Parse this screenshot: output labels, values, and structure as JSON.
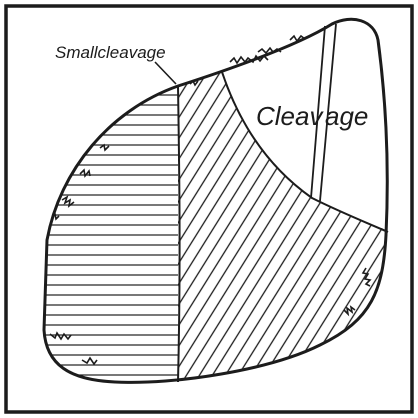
{
  "labels": {
    "small_cleavage": "Smallcleavage",
    "cleavage_left": "Cleav",
    "cleavage_right": "age"
  },
  "colors": {
    "ink": "#1c1c1c",
    "paper": "#ffffff"
  }
}
